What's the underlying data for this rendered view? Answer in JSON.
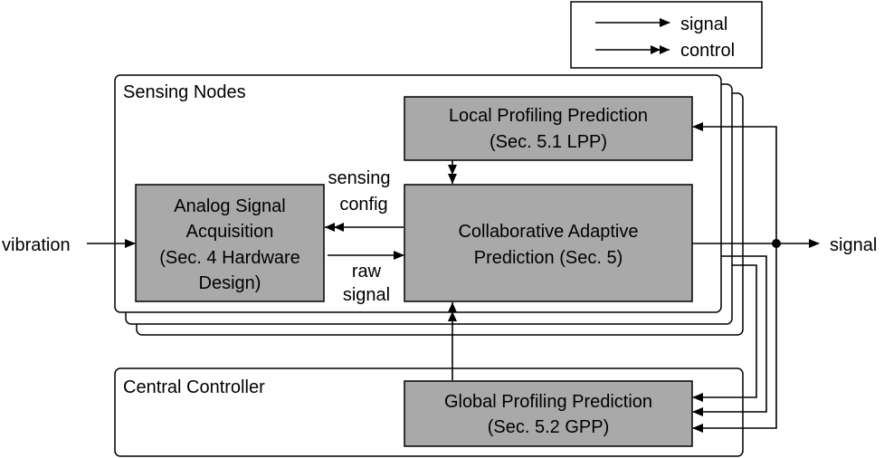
{
  "legend": {
    "signal_label": "signal",
    "control_label": "control"
  },
  "sensing_nodes": {
    "title": "Sensing Nodes",
    "lpp": {
      "line1": "Local Profiling Prediction",
      "line2": "(Sec. 5.1 LPP)"
    },
    "acquisition": {
      "line1": "Analog Signal",
      "line2": "Acquisition",
      "line3": "(Sec. 4 Hardware",
      "line4": "Design)"
    },
    "collab": {
      "line1": "Collaborative Adaptive",
      "line2": "Prediction (Sec. 5)"
    },
    "sensing_config": {
      "line1": "sensing",
      "line2": "config"
    },
    "raw_signal": {
      "line1": "raw",
      "line2": "signal"
    }
  },
  "central_controller": {
    "title": "Central Controller",
    "gpp": {
      "line1": "Global Profiling Prediction",
      "line2": "(Sec. 5.2 GPP)"
    }
  },
  "io": {
    "input_label": "vibration",
    "output_label": "signal"
  }
}
